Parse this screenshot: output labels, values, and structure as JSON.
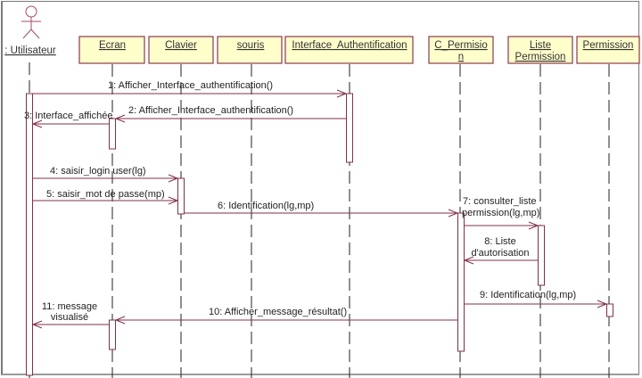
{
  "diagram": {
    "type": "sequence",
    "colors": {
      "object_fill": "#ffffcc",
      "object_border": "#8b3a4a",
      "message_line": "#80304a",
      "activation_border": "#80304a",
      "lifeline": "#222222",
      "actor": "#a05060",
      "text": "#222222"
    },
    "actor": {
      "label": ": Utilisateur",
      "icon": "stick-figure-icon"
    },
    "objects": [
      {
        "id": "ecran",
        "lines": [
          "Ecran"
        ]
      },
      {
        "id": "clavier",
        "lines": [
          "Clavier"
        ]
      },
      {
        "id": "souris",
        "lines": [
          "souris"
        ]
      },
      {
        "id": "interface",
        "lines": [
          "Interface  Authentification"
        ]
      },
      {
        "id": "cpermision",
        "lines": [
          "C_Permisio",
          "n"
        ]
      },
      {
        "id": "listepermission",
        "lines": [
          "Liste",
          "Permission"
        ]
      },
      {
        "id": "permission",
        "lines": [
          "Permission"
        ]
      }
    ],
    "messages": [
      {
        "num": "1",
        "lines": [
          "1: Afficher_Interface_authentification()"
        ],
        "from": "utilisateur",
        "to": "interface"
      },
      {
        "num": "2",
        "lines": [
          "2: Afficher_Interface_authentification()"
        ],
        "from": "interface",
        "to": "ecran"
      },
      {
        "num": "3",
        "lines": [
          "3: Interface_affichée"
        ],
        "from": "ecran",
        "to": "utilisateur"
      },
      {
        "num": "4",
        "lines": [
          "4: saisir_login user(lg)"
        ],
        "from": "utilisateur",
        "to": "clavier"
      },
      {
        "num": "5",
        "lines": [
          "5: saisir_mot de passe(mp)"
        ],
        "from": "utilisateur",
        "to": "clavier"
      },
      {
        "num": "6",
        "lines": [
          "6: Identification(lg,mp)"
        ],
        "from": "clavier",
        "to": "cpermision"
      },
      {
        "num": "7",
        "lines": [
          "7: consulter_liste",
          "permission(lg,mp)"
        ],
        "from": "cpermision",
        "to": "listepermission"
      },
      {
        "num": "8",
        "lines": [
          "8: Liste",
          "d'autorisation"
        ],
        "from": "listepermission",
        "to": "cpermision"
      },
      {
        "num": "9",
        "lines": [
          "9: Identification(lg,mp)"
        ],
        "from": "cpermision",
        "to": "permission"
      },
      {
        "num": "10",
        "lines": [
          "10: Afficher_message_résultat()"
        ],
        "from": "cpermision",
        "to": "ecran"
      },
      {
        "num": "11",
        "lines": [
          "11: message",
          "visualisé"
        ],
        "from": "ecran",
        "to": "utilisateur"
      }
    ]
  }
}
